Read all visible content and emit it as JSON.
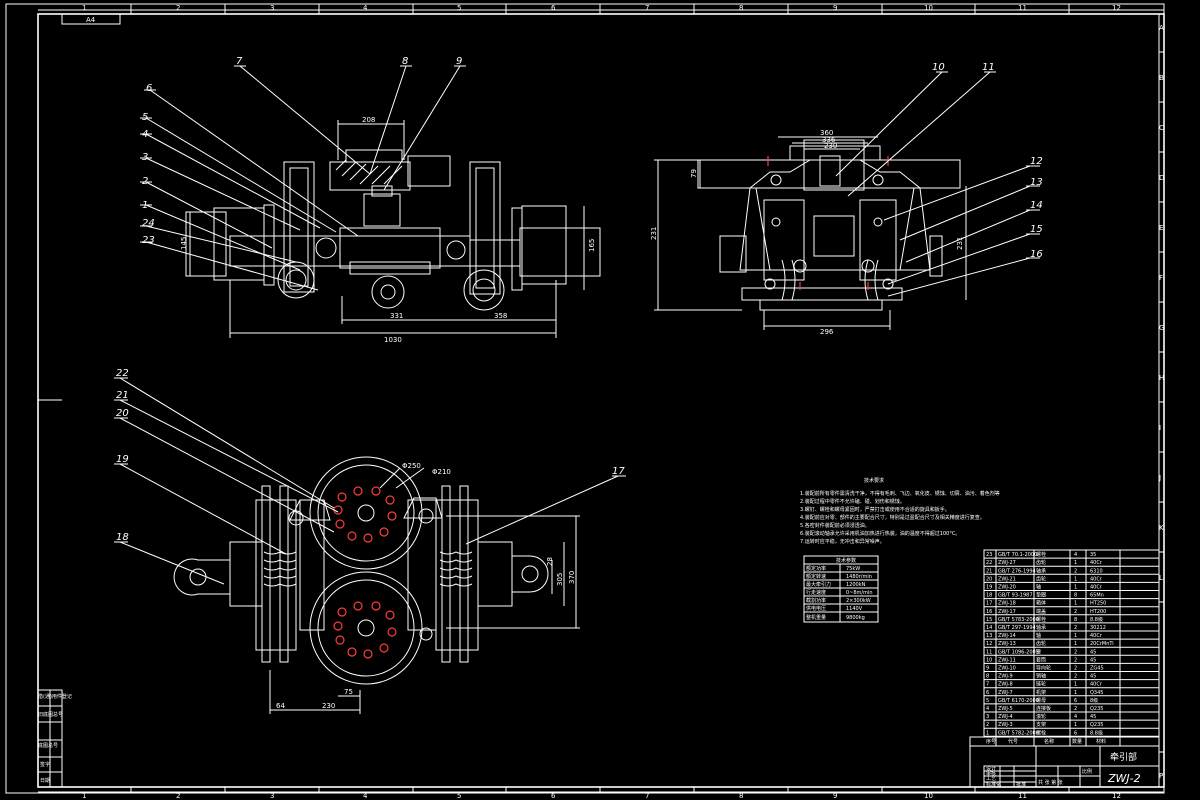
{
  "sheet": {
    "corner_label": "A4",
    "col_numbers": [
      "1",
      "2",
      "3",
      "4",
      "5",
      "6",
      "7",
      "8",
      "9",
      "10",
      "11",
      "12"
    ],
    "row_letters": [
      "A",
      "B",
      "C",
      "D",
      "E",
      "F",
      "G",
      "H",
      "I",
      "J",
      "K",
      "L",
      "P"
    ]
  },
  "callouts": {
    "front": [
      "1",
      "2",
      "3",
      "4",
      "5",
      "6",
      "7",
      "8",
      "9",
      "23",
      "24"
    ],
    "side": [
      "10",
      "11",
      "12",
      "13",
      "14",
      "15",
      "16"
    ],
    "top": [
      "17",
      "18",
      "19",
      "20",
      "21",
      "22"
    ]
  },
  "dimensions": {
    "front_top": "208",
    "front_bottom_total": "1030",
    "front_bottom_left": "331",
    "front_bottom_right": "358",
    "front_left_height": "145",
    "front_right_height": "165",
    "side_top": "360",
    "side_top2": "336",
    "side_top3": "230",
    "side_height": "231",
    "side_left_height": "79",
    "side_right_height": "231",
    "side_bottom": "296",
    "top_dia1": "Φ250",
    "top_dia2": "Φ210",
    "top_right_height": "370",
    "top_right_inner": "305",
    "top_right_inner2": "28",
    "top_bottom_inner": "75",
    "top_bottom_total": "230",
    "top_bottom_left": "64"
  },
  "notes": {
    "heading": "技术要求",
    "lines": [
      "1.装配前所有零件需清洗干净，不得有毛刺、飞边、氧化皮、锈蚀、切屑、油污、着色剂等",
      "2.装配过程中零件不允许磕、碰、划伤和锈蚀。",
      "3.螺钉、螺栓和螺母紧固时，严禁打击或使用不合适的旋具和扳手。",
      "4.装配前应对零、部件的主要配合尺寸，特别是过盈配合尺寸及相关精度进行复查。",
      "5.各密封件装配前必须浸透油。",
      "6.装配滚动轴承允许采用机油加热进行热装，油的温度不得超过100°C。",
      "7.运转时应平稳，无冲击和异常噪声。"
    ]
  },
  "param_table": {
    "title": "技术参数",
    "rows": [
      [
        "额定功率",
        "75kW"
      ],
      [
        "额定转速",
        "1480r/min"
      ],
      [
        "最大牵引力",
        "1200kN"
      ],
      [
        "行走速度",
        "0~8m/min"
      ],
      [
        "截割功率",
        "2×300kW"
      ],
      [
        "供电电压",
        "1140V"
      ],
      [
        "整机重量",
        "9800kg"
      ]
    ]
  },
  "bom": {
    "rows": [
      [
        "23",
        "GB/T 70.1-2000",
        "螺栓",
        "4",
        "35"
      ],
      [
        "22",
        "ZWJ-27",
        "齿轮",
        "1",
        "40Cr"
      ],
      [
        "21",
        "GB/T 276-1994",
        "轴承",
        "2",
        "6310"
      ],
      [
        "20",
        "ZWJ-21",
        "齿轮",
        "1",
        "40Cr"
      ],
      [
        "19",
        "ZWJ-20",
        "轴",
        "1",
        "40Cr"
      ],
      [
        "18",
        "GB/T 93-1987",
        "垫圈",
        "8",
        "65Mn"
      ],
      [
        "17",
        "ZWJ-18",
        "箱体",
        "1",
        "HT250"
      ],
      [
        "16",
        "ZWJ-17",
        "端盖",
        "2",
        "HT200"
      ],
      [
        "15",
        "GB/T 5783-2000",
        "螺栓",
        "8",
        "8.8级"
      ],
      [
        "14",
        "GB/T 297-1994",
        "轴承",
        "2",
        "30212"
      ],
      [
        "13",
        "ZWJ-14",
        "轴",
        "1",
        "40Cr"
      ],
      [
        "12",
        "ZWJ-13",
        "齿轮",
        "1",
        "20CrMnTi"
      ],
      [
        "11",
        "GB/T 1096-2003",
        "键",
        "2",
        "45"
      ],
      [
        "10",
        "ZWJ-11",
        "套筒",
        "2",
        "45"
      ],
      [
        "9",
        "ZWJ-10",
        "导向轮",
        "2",
        "ZG45"
      ],
      [
        "8",
        "ZWJ-9",
        "销轴",
        "2",
        "45"
      ],
      [
        "7",
        "ZWJ-8",
        "链轮",
        "1",
        "40Cr"
      ],
      [
        "6",
        "ZWJ-7",
        "机架",
        "1",
        "Q345"
      ],
      [
        "5",
        "GB/T 6170-2000",
        "螺母",
        "6",
        "8级"
      ],
      [
        "4",
        "ZWJ-5",
        "连接板",
        "2",
        "Q235"
      ],
      [
        "3",
        "ZWJ-4",
        "滚轮",
        "4",
        "45"
      ],
      [
        "2",
        "ZWJ-3",
        "支架",
        "1",
        "Q235"
      ],
      [
        "1",
        "GB/T 5782-2000",
        "螺栓",
        "6",
        "8.8级"
      ]
    ],
    "header": [
      "序号",
      "代号",
      "名称",
      "数量",
      "材料"
    ]
  },
  "title_block": {
    "name": "牵引部",
    "code": "ZWJ-2",
    "labels": [
      "设计",
      "审核",
      "工艺",
      "标准化",
      "批准"
    ],
    "scale_label": "比例",
    "sheet_label": "共 张 第 张"
  },
  "left_margin_labels": [
    "借(通)用件登记",
    "旧底图总号",
    "底图总号",
    "签字",
    "日期"
  ],
  "colors": {
    "background": "#000000",
    "lines": "#ffffff",
    "center_marks": "#ff3b3b"
  }
}
